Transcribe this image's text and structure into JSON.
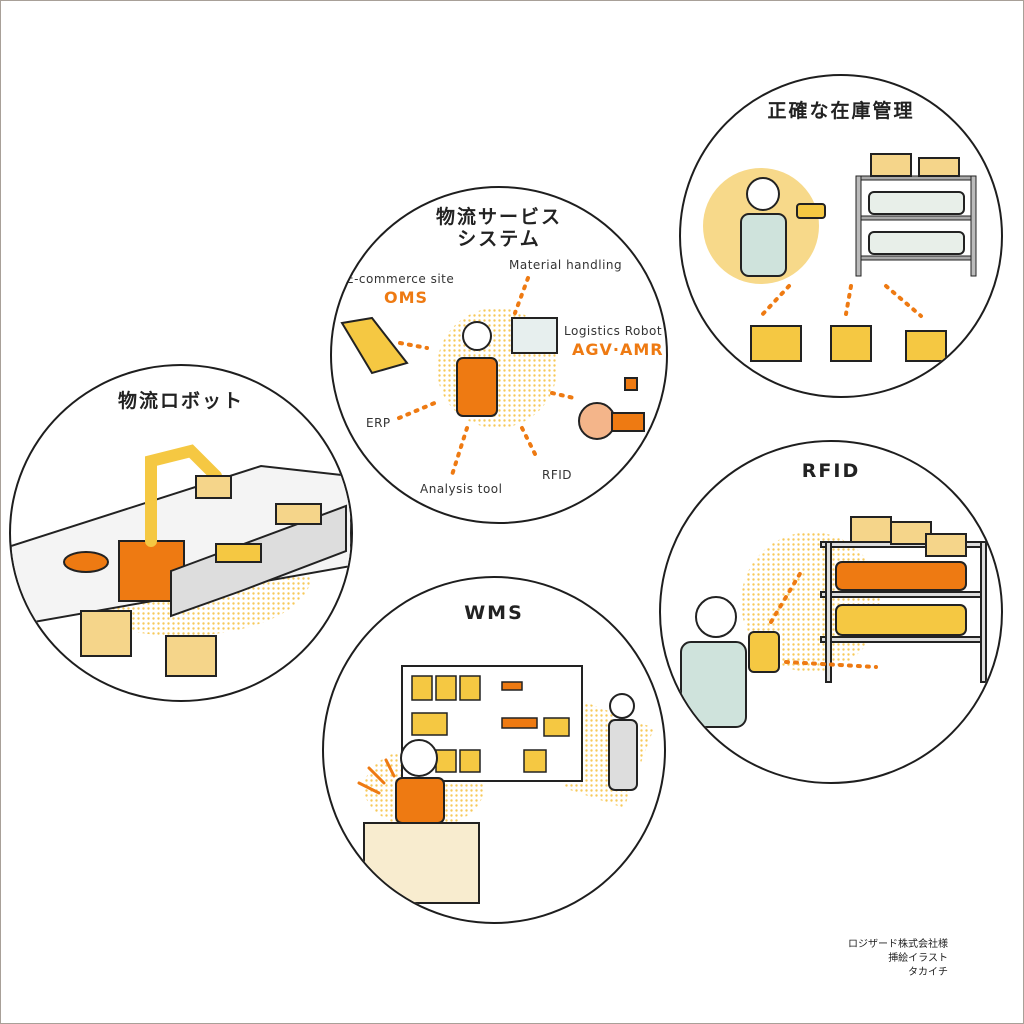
{
  "circles": {
    "inventory": {
      "title": "正確な在庫管理"
    },
    "logistics_service": {
      "title_line1": "物流サービス",
      "title_line2": "システム",
      "labels": {
        "ecommerce": "E-commerce site",
        "oms": "OMS",
        "material": "Material handling",
        "robot": "Logistics Robot",
        "agv": "AGV·AMR",
        "erp": "ERP",
        "analysis": "Analysis tool",
        "rfid": "RFID"
      }
    },
    "robot": {
      "title": "物流ロボット"
    },
    "rfid": {
      "title": "RFID"
    },
    "wms": {
      "title": "WMS"
    }
  },
  "credit": {
    "line1": "ロジザード株式会社様",
    "line2": "挿絵イラスト",
    "line3": "タカイチ"
  },
  "colors": {
    "orange": "#ee7a12",
    "yellow": "#f5c842",
    "outline": "#1e1e1e",
    "border": "#a8a098"
  }
}
